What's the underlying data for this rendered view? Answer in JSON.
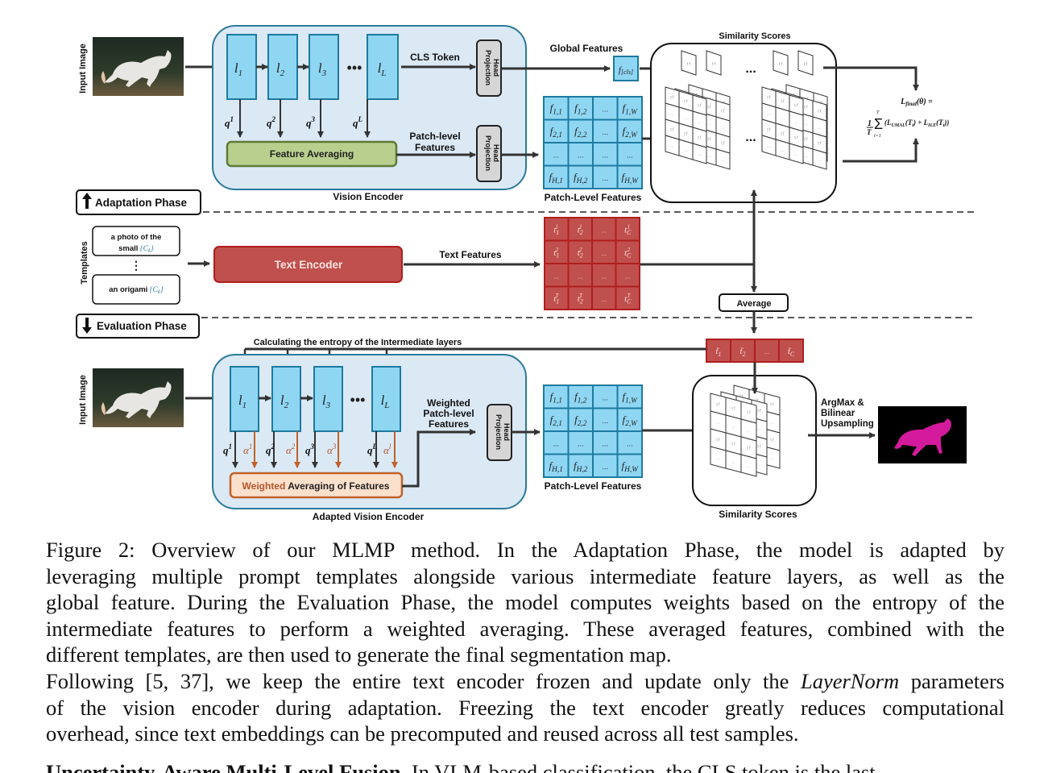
{
  "figure": {
    "adaptation": {
      "input_image_label": "Input Image",
      "layers": [
        "l1",
        "l2",
        "l3",
        "lL"
      ],
      "layer_labels": [
        {
          "base": "l",
          "sub": "1"
        },
        {
          "base": "l",
          "sub": "2"
        },
        {
          "base": "l",
          "sub": "3"
        },
        {
          "base": "l",
          "sub": "L"
        }
      ],
      "ellipsis": "•••",
      "q_labels": [
        {
          "base": "q",
          "sup": "1"
        },
        {
          "base": "q",
          "sup": "2"
        },
        {
          "base": "q",
          "sup": "3"
        },
        {
          "base": "q",
          "sup": "L"
        }
      ],
      "cls_token_label": "CLS Token",
      "projection_head_label": "Projection Head",
      "feature_averaging_label": "Feature Averaging",
      "patch_level_label_line1": "Patch-level",
      "patch_level_label_line2": "Features",
      "vision_encoder_label": "Vision Encoder",
      "global_features_label": "Global Features",
      "global_feature_cell": "f[cls]",
      "patch_grid": [
        [
          "f1,1",
          "f1,2",
          "...",
          "f1,W"
        ],
        [
          "f2,1",
          "f2,2",
          "...",
          "f2,W"
        ],
        [
          "...",
          "...",
          "...",
          "..."
        ],
        [
          "fH,1",
          "fH,2",
          "...",
          "fH,W"
        ]
      ],
      "patch_level_features_label": "Patch-Level Features",
      "similarity_scores_label": "Similarity Scores",
      "loss_line1": "L_final(θ) =",
      "loss_line2": "(1/T) Σ_{t=1}^{T} (L_UMAL(T_t) + L_ILE(T_t))"
    },
    "phases": {
      "adaptation_label": "Adaptation Phase",
      "evaluation_label": "Evaluation Phase"
    },
    "text_branch": {
      "templates_label": "Templates",
      "template1_line1": "a photo of the",
      "template1_line2": "small",
      "template2": "an origami",
      "class_token": "{C_k}",
      "vertical_dots": "⋮",
      "text_encoder_label": "Text Encoder",
      "text_features_label": "Text Features",
      "text_grid": [
        [
          "t1^1",
          "t2^1",
          "...",
          "tC^1"
        ],
        [
          "t1^2",
          "t2^2",
          "...",
          "tC^2"
        ],
        [
          "...",
          "...",
          "...",
          "..."
        ],
        [
          "t1^T",
          "t2^T",
          "...",
          "tC^T"
        ]
      ],
      "average_label": "Average",
      "avg_row": [
        "t̃1",
        "t̃2",
        "...",
        "t̃C"
      ]
    },
    "evaluation": {
      "entropy_label": "Calculating the entropy of the Intermediate layers",
      "input_image_label": "Input Image",
      "alpha_labels": [
        {
          "base": "α",
          "sup": "1"
        },
        {
          "base": "α",
          "sup": "2"
        },
        {
          "base": "α",
          "sup": "3"
        },
        {
          "base": "α",
          "sup": "l"
        }
      ],
      "weighted_avg_prefix": "Weighted",
      "weighted_avg_rest": " Averaging of Features",
      "weighted_patch_line1": "Weighted",
      "weighted_patch_line2": "Patch-level",
      "weighted_patch_line3": "Features",
      "adapted_encoder_label": "Adapted Vision Encoder",
      "patch_level_features_label": "Patch-Level Features",
      "similarity_scores_label": "Similarity Scores",
      "argmax_line1": "ArgMax &",
      "argmax_line2": "Bilinear",
      "argmax_line3": "Upsampling"
    },
    "colors": {
      "encoder_bg": "#dbe9f5",
      "encoder_border": "#2c7a9a",
      "layer_fill": "#8fd6f3",
      "layer_border": "#1d7aa0",
      "feature_avg_fill": "#b9cf8e",
      "feature_avg_border": "#5e7a36",
      "text_red": "#c0504d",
      "text_red_border": "#b01e1e",
      "weighted_fill": "#fbe0cc",
      "weighted_border": "#c0622a",
      "alpha_color": "#b5562a",
      "mask_color": "#d41a9c"
    }
  },
  "caption": {
    "figure_lines": [
      "Figure 2:  Overview of our MLMP method.  In the Adaptation Phase, the model is adapted by",
      "leveraging multiple prompt templates alongside various intermediate feature layers, as well as the",
      "global feature. During the Evaluation Phase, the model computes weights based on the entropy of the",
      "intermediate features to perform a weighted averaging. These averaged features, combined with the",
      "different templates, are then used to generate the final segmentation map."
    ],
    "body_line1_pre": "Following [5, 37], we keep the entire text encoder frozen and update only the ",
    "body_line1_em": "LayerNorm",
    "body_line1_post": " parameters",
    "body_lines_rest": [
      "of the vision encoder during adaptation. Freezing the text encoder greatly reduces computational",
      "overhead, since text embeddings can be precomputed and reused across all test samples."
    ],
    "next_heading": "Uncertainty-Aware Multi-Level Fusion.",
    "next_text": " In VLM-based classification, the CLS token is the last"
  }
}
